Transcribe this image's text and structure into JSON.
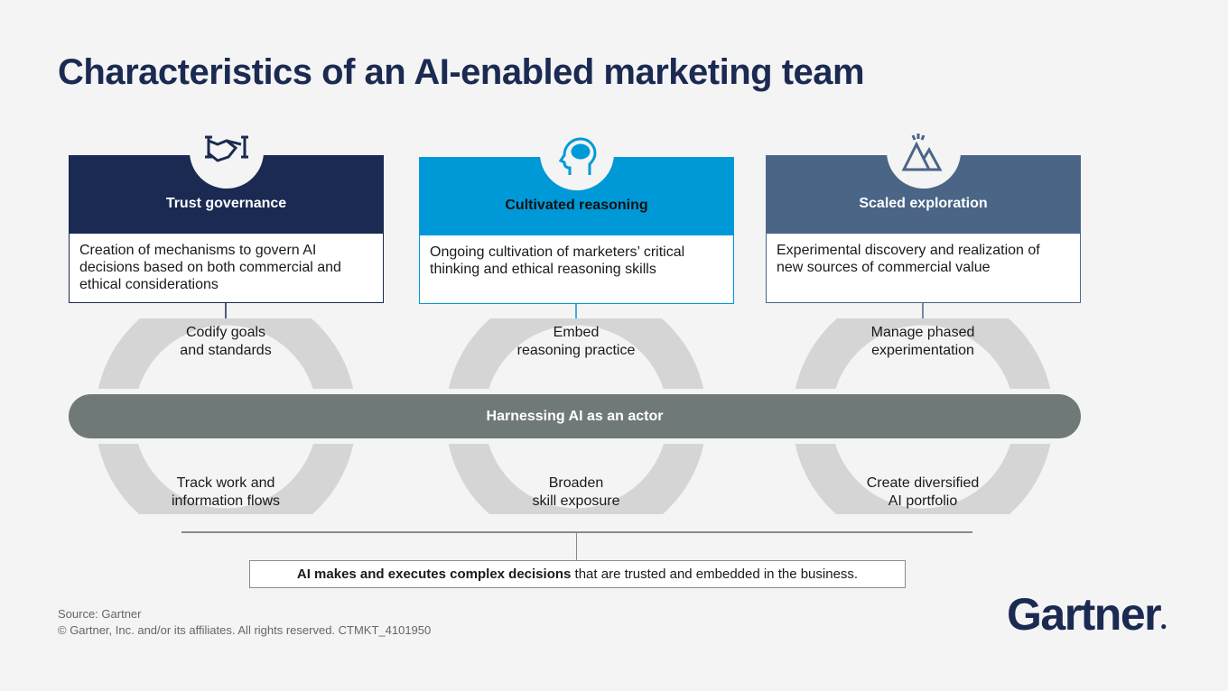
{
  "title": "Characteristics of an AI-enabled marketing team",
  "colors": {
    "navy": "#1b2a52",
    "blue": "#0099d8",
    "slate": "#4b6587",
    "bar": "#6f7a78",
    "ring": "#d5d5d5"
  },
  "pillars": [
    {
      "icon": "handshake-icon",
      "heading": "Trust governance",
      "description": "Creation of mechanisms to govern AI decisions based on both commercial and ethical considerations",
      "top_practice": "Codify goals\nand standards",
      "bottom_practice": "Track work and\ninformation flows"
    },
    {
      "icon": "brain-head-icon",
      "heading": "Cultivated reasoning",
      "description": "Ongoing cultivation of marketers’ critical thinking and ethical reasoning skills",
      "top_practice": "Embed\nreasoning practice",
      "bottom_practice": "Broaden\nskill exposure"
    },
    {
      "icon": "mountains-icon",
      "heading": "Scaled exploration",
      "description": "Experimental discovery and realization of new sources of commercial value",
      "top_practice": "Manage phased\nexperimentation",
      "bottom_practice": "Create diversified\nAI portfolio"
    }
  ],
  "bar_label": "Harnessing AI as an actor",
  "outcome": {
    "bold": "AI makes and executes complex decisions",
    "rest": " that are trusted and embedded in the business."
  },
  "footer": {
    "source": "Source: Gartner",
    "copyright": "© Gartner, Inc. and/or its affiliates. All rights reserved. CTMKT_4101950"
  },
  "logo": "Gartner"
}
